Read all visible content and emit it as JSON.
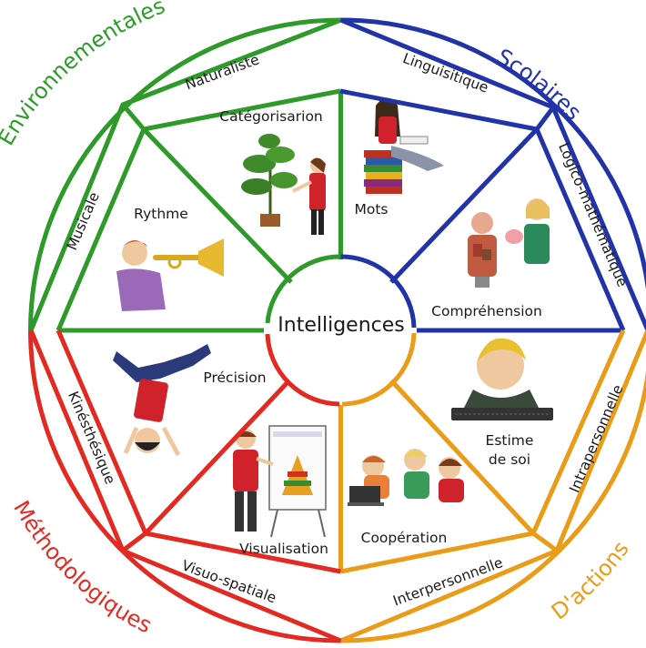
{
  "center": {
    "label": "Intelligences"
  },
  "quadrants": {
    "green": {
      "title": "Environnementales",
      "color": "#2e9a2a"
    },
    "blue": {
      "title": "Scolaires",
      "color": "#2233a8"
    },
    "orange": {
      "title": "D'actions",
      "color": "#ea9b17"
    },
    "red": {
      "title": "Méthodologiques",
      "color": "#e32a22"
    }
  },
  "ring_labels": {
    "naturaliste": "Naturaliste",
    "musicale": "Musicale",
    "linguistique": "Linguisitique",
    "logico": "Logico-mathématique",
    "intrapersonnelle": "Intrapersonnelle",
    "interpersonnelle": "Interpersonnelle",
    "visuo": "Visuo-spatiale",
    "kinesthesique": "Kinésthésique"
  },
  "inner_labels": {
    "categorisation": "Catégorisarion",
    "rythme": "Rythme",
    "mots": "Mots",
    "comprehension": "Compréhension",
    "estime_line1": "Estime",
    "estime_line2": "de soi",
    "cooperation": "Coopération",
    "visualisation": "Visualisation",
    "precision": "Précision"
  },
  "icons": {
    "plant_gardener": "plant-gardener-icon",
    "trumpet_player": "trumpet-player-icon",
    "reader_books": "reader-books-icon",
    "anatomy_teacher": "anatomy-teacher-icon",
    "keyboard_person": "keyboard-person-icon",
    "kids_laptop": "kids-laptop-icon",
    "presenter_board": "presenter-board-icon",
    "breakdancer": "breakdancer-icon"
  }
}
